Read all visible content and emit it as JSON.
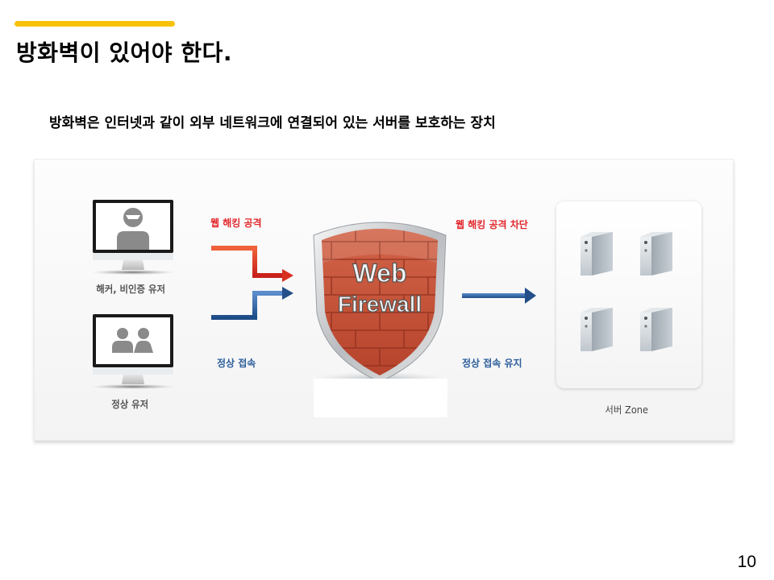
{
  "slide": {
    "title": "방화벽이 있어야 한다.",
    "subtitle": "방화벽은 인터넷과 같이 외부 네트워크에 연결되어 있는 서버를 보호하는 장치",
    "page_number": "10",
    "accent_color": "#f8c20a"
  },
  "diagram": {
    "left_nodes": [
      {
        "label": "해커, 비인증 유저",
        "icon": "hacker-icon"
      },
      {
        "label": "정상 유저",
        "icon": "users-icon"
      }
    ],
    "incoming_arrows": [
      {
        "label": "웹 해킹 공격",
        "color": "#e2262b"
      },
      {
        "label": "정상 접속",
        "color": "#2d5f9c"
      }
    ],
    "firewall": {
      "line1": "Web",
      "line2": "Firewall",
      "brick_color": "#c8553a"
    },
    "outgoing": {
      "blocked_label": "웹 해킹 공격 차단",
      "allowed_label": "정상 접속 유지",
      "blocked_color": "#e2262b",
      "allowed_color": "#2d5f9c"
    },
    "server_zone": {
      "label": "서버 Zone",
      "server_count": 4
    }
  }
}
